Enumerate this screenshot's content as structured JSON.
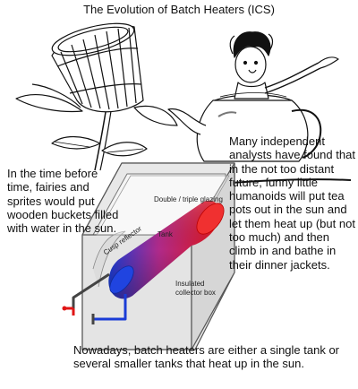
{
  "title": "The Evolution of Batch Heaters (ICS)",
  "paragraphs": {
    "fairies": "In the time before time, fairies and sprites would put wooden buckets filled with water in the sun.",
    "teapot": "Many independent analysts have found that in the not too distant future, funny little humanoids will put tea pots out in the sun and let them heat up (but not too much) and then climb in and bathe in their dinner jackets.",
    "nowadays": "Nowadays, batch heaters are either a single tank or several smaller tanks that heat up in the sun."
  },
  "diagram_labels": {
    "glazing": "Double / triple glazing",
    "tank": "Tank",
    "cusp": "Cusp reflector",
    "collector_box": "Insulated collector box"
  },
  "colors": {
    "tank_hot": "#e01515",
    "tank_cold": "#1a3cd6",
    "box_fill": "#e8e8e8",
    "line": "#111111"
  },
  "illustrations": [
    "wooden-bucket-flower",
    "teapot-humanoid",
    "batch-heater-box"
  ]
}
